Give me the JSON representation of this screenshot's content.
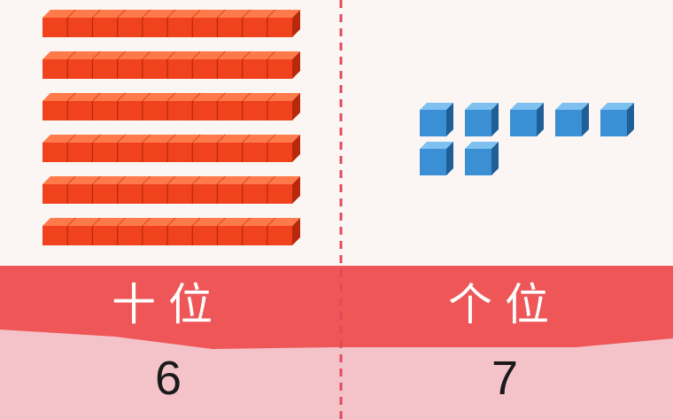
{
  "place_value": {
    "tens": {
      "label": "十位",
      "digit": "6",
      "rods": 6
    },
    "ones": {
      "label": "个位",
      "digit": "7",
      "cubes": 7
    }
  },
  "colors": {
    "rod_front": "#f0421d",
    "rod_top": "#ff7a4a",
    "rod_side": "#b8280c",
    "cube_front": "#3b8fd4",
    "cube_top": "#7ec0f0",
    "cube_side": "#1f5f96",
    "header": "#ee5657",
    "footer": "#f4c2c9",
    "divider": "#e14a5a"
  }
}
